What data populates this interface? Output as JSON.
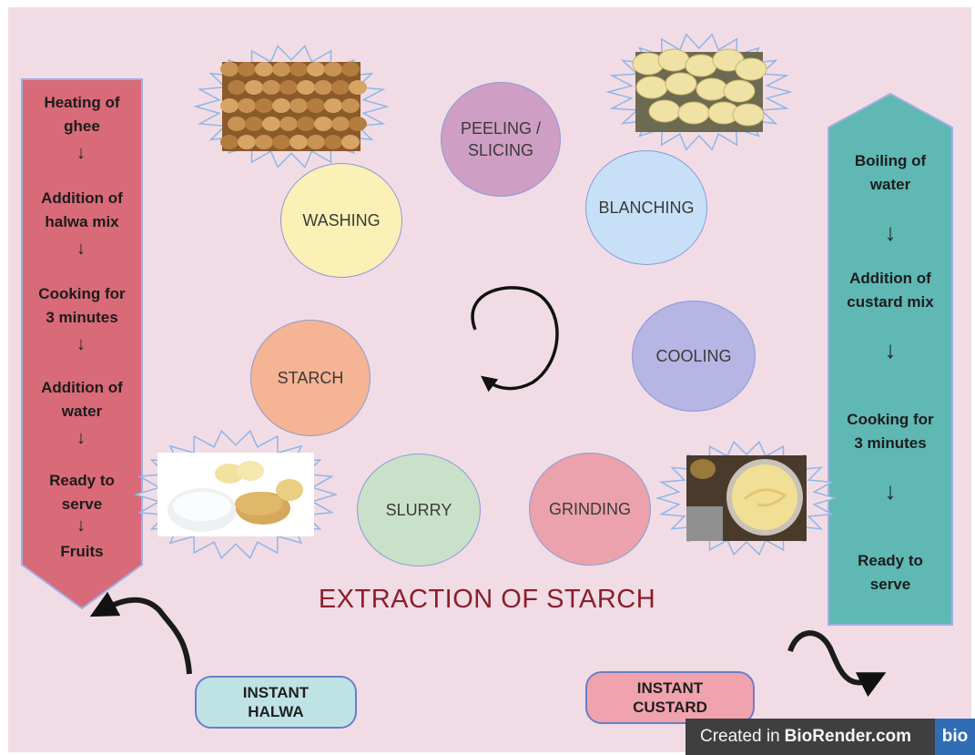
{
  "title": "EXTRACTION OF STARCH",
  "cycle_steps": [
    {
      "label": "PEELING /\nSLICING",
      "color": "#cf9ec4"
    },
    {
      "label": "BLANCHING",
      "color": "#c7e0f7"
    },
    {
      "label": "COOLING",
      "color": "#b7b5e4"
    },
    {
      "label": "GRINDING",
      "color": "#eba2ac"
    },
    {
      "label": "SLURRY",
      "color": "#c9e1c8"
    },
    {
      "label": "STARCH",
      "color": "#f5b493"
    },
    {
      "label": "WASHING",
      "color": "#fbf0b5"
    }
  ],
  "halwa": {
    "label": "INSTANT\nHALWA",
    "color": "#d96a78",
    "steps": [
      "Heating of\nghee",
      "Addition of\nhalwa mix",
      "Cooking for\n3 minutes",
      "Addition of\nwater",
      "Ready to\nserve",
      "Fruits"
    ]
  },
  "custard": {
    "label": "INSTANT\nCUSTARD",
    "color": "#5fb8b4",
    "steps": [
      "Boiling of\nwater",
      "Addition of\ncustard mix",
      "Cooking for\n3 minutes",
      "Ready to\nserve"
    ]
  },
  "footer": {
    "created_text": "Created in ",
    "brand": "BioRender.com",
    "logo": "bio"
  },
  "icons": [
    "potatoes-photo",
    "potato-slices-photo",
    "potato-starch-photo",
    "custard-bowl-photo",
    "cycle-arrow-icon",
    "curved-arrow-icon"
  ]
}
